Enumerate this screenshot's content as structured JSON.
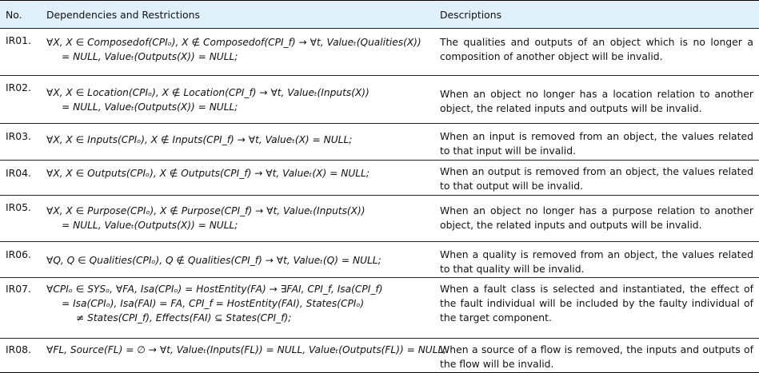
{
  "header": {
    "no": "No.",
    "dependencies": "Dependencies and Restrictions",
    "descriptions": "Descriptions"
  },
  "rows": [
    {
      "id": "IR01.",
      "formula": [
        "∀X, X ∈ Composedof(CPIₒ), X ∉ Composedof(CPI_f) → ∀t, Valueₜ(Qualities(X))",
        "= NULL,  Valueₜ(Outputs(X)) = NULL;"
      ],
      "description": "The qualities and outputs of an object which is no longer a composition of another object will be invalid."
    },
    {
      "id": "IR02.",
      "formula": [
        "∀X, X ∈ Location(CPIₒ), X ∉ Location(CPI_f) → ∀t, Valueₜ(Inputs(X))",
        "= NULL, Valueₜ(Outputs(X)) = NULL;"
      ],
      "description": "When an object no longer has a location relation to another object, the related inputs and outputs will be invalid."
    },
    {
      "id": "IR03.",
      "formula": [
        "∀X, X ∈ Inputs(CPIₒ), X ∉ Inputs(CPI_f) → ∀t, Valueₜ(X) = NULL;"
      ],
      "description": "When an input is removed from an object, the values related to that input will be invalid."
    },
    {
      "id": "IR04.",
      "formula": [
        "∀X, X ∈ Outputs(CPIₒ), X ∉ Outputs(CPI_f) → ∀t, Valueₜ(X) = NULL;"
      ],
      "description": "When an output is removed from an object, the values related to that output will be invalid."
    },
    {
      "id": "IR05.",
      "formula": [
        "∀X, X ∈ Purpose(CPIₒ), X ∉ Purpose(CPI_f) → ∀t, Valueₜ(Inputs(X))",
        "= NULL, Valueₜ(Outputs(X)) = NULL;"
      ],
      "description": "When an object no longer has a purpose relation to another object, the related inputs and outputs will be invalid."
    },
    {
      "id": "IR06.",
      "formula": [
        "∀Q, Q ∈ Qualities(CPIₒ), Q ∉ Qualities(CPI_f) → ∀t, Valueₜ(Q) = NULL;"
      ],
      "description": "When a quality is removed from an object, the values related to that quality will be invalid."
    },
    {
      "id": "IR07.",
      "formula": [
        "∀CPIₒ ∈ SYSₒ, ∀FA, Isa(CPIₒ) = HostEntity(FA) → ∃FAI, CPI_f,  Isa(CPI_f)",
        "= Isa(CPIₒ), Isa(FAI) = FA, CPI_f = HostEntity(FAI), States(CPIₒ)",
        "≠ States(CPI_f), Effects(FAI) ⊆ States(CPI_f);"
      ],
      "description": "When a fault class is selected and instantiated, the effect of the fault individual will be included by the faulty individual of the target component."
    },
    {
      "id": "IR08.",
      "formula": [
        "∀FL, Source(FL) = ∅ → ∀t, Valueₜ(Inputs(FL)) = NULL, Valueₜ(Outputs(FL)) = NULL;"
      ],
      "description": "When a source of a flow is removed, the inputs and outputs of the flow will be invalid."
    }
  ]
}
